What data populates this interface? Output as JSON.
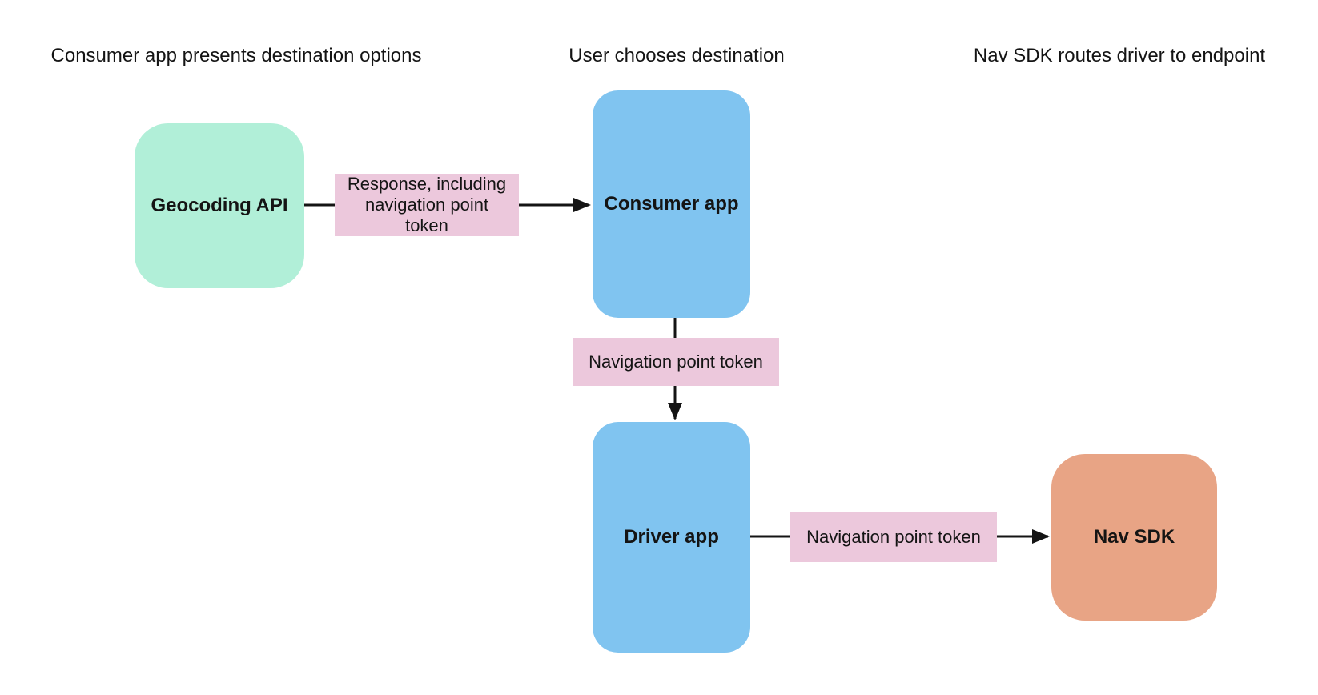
{
  "canvas": {
    "background": "#ffffff"
  },
  "colors": {
    "node_green": "#b1efd8",
    "node_blue": "#80c4f0",
    "node_orange": "#e8a485",
    "edge_label_pink": "#ecc8dc",
    "arrow": "#141414",
    "text": "#141414"
  },
  "headers": [
    {
      "label": "Consumer app presents destination options"
    },
    {
      "label": "User chooses destination"
    },
    {
      "label": "Nav SDK routes driver to endpoint"
    }
  ],
  "nodes": {
    "geocoding": {
      "label": "Geocoding API",
      "color": "#b1efd8"
    },
    "consumer": {
      "label": "Consumer app",
      "color": "#80c4f0"
    },
    "driver": {
      "label": "Driver app",
      "color": "#80c4f0"
    },
    "navsdk": {
      "label": "Nav SDK",
      "color": "#e8a485"
    }
  },
  "edges": [
    {
      "from": "Geocoding API",
      "to": "Consumer app",
      "label": "Response, including navigation point token"
    },
    {
      "from": "Consumer app",
      "to": "Driver app",
      "label": "Navigation point token"
    },
    {
      "from": "Driver app",
      "to": "Nav SDK",
      "label": "Navigation point token"
    }
  ]
}
